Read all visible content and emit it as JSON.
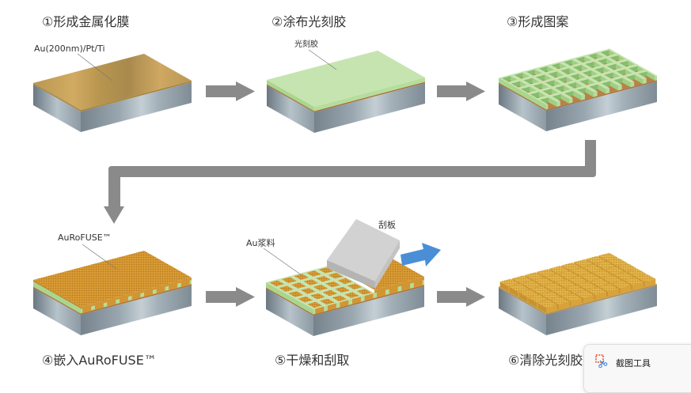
{
  "steps": [
    {
      "step": 1,
      "title": "①形成金属化膜",
      "callout": "Au(200nm)/Pt/Ti"
    },
    {
      "step": 2,
      "title": "②涂布光刻胶",
      "callout": "光刻胶"
    },
    {
      "step": 3,
      "title": "③形成图案"
    },
    {
      "step": 4,
      "title": "④嵌入AuRoFUSE™",
      "callout": "AuRoFUSE™"
    },
    {
      "step": 5,
      "title": "⑤干燥和刮取",
      "callout_paste": "Au浆料",
      "callout_squeegee": "刮板"
    },
    {
      "step": 6,
      "title": "⑥清除光刻胶"
    }
  ],
  "flow": {
    "arrow_icon": "arrow-right-icon",
    "connector_icon": "arrow-down-connector-icon",
    "squeegee_direction_icon": "arrow-up-right-icon"
  },
  "colors": {
    "arrow_gray": "#8a8a8a",
    "move_arrow_blue": "#4a8fd6",
    "gold_film_edge": "#a8863f",
    "brown_layer": "#a86f34",
    "floor_brown": "#b98148",
    "resist_top": "#c6e4b0",
    "resist_side": "#a9d68e",
    "resist_side_front": "#b5dd9b",
    "resist_wall_dark": "#86bd6c",
    "resist_wall_light": "#9fcf82",
    "paste_side": "#d29533",
    "paste_side_dark": "#c0862a",
    "bump_side": "#c99230",
    "bump_front": "#d9a23a",
    "seed_film": "#c9a357",
    "seed_film_edge": "#b08a45",
    "squeegee_face": "#d2d2d2",
    "squeegee_edge": "#b4b4b4",
    "squeegee_side": "#c3c3c3"
  },
  "notification": {
    "app_name": "截图工具",
    "icon": "snipping-tool-icon"
  }
}
